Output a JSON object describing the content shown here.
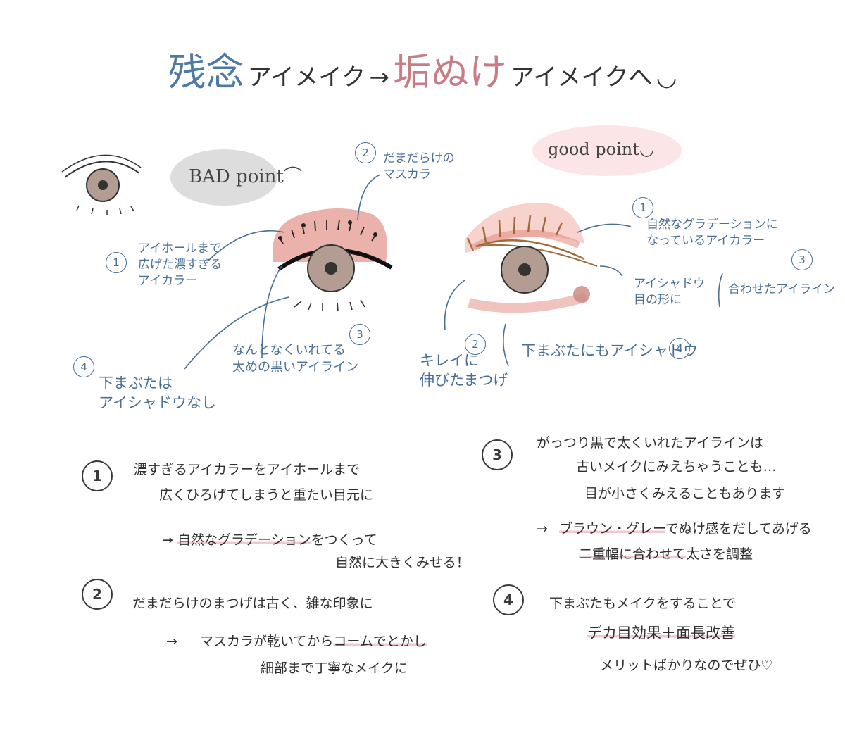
{
  "title": {
    "part1": "残念",
    "part2": "アイメイク",
    "arrow": "→",
    "part3": "垢ぬけ",
    "part4": "アイメイクへ",
    "emoji": "◡"
  },
  "bad_badge": "BAD point",
  "bad_face": "⌒",
  "good_badge": "good point",
  "good_face": "◡",
  "bad_annotations": {
    "a1": "アイホールまで\n広げた濃すぎる\nアイカラー",
    "a2": "だまだらけの\nマスカラ",
    "a3": "なんとなくいれてる\n太めの黒いアイライン",
    "a4": "下まぶたは\nアイシャドウなし"
  },
  "good_annotations": {
    "a1": "自然なグラデーションに\nなっているアイカラー",
    "a2": "キレイに\n伸びたまつげ",
    "a3a": "アイシャドウ\n目の形に",
    "a3b": "合わせたアイライン",
    "a4": "下まぶたにもアイシャドウ"
  },
  "numbers": {
    "n1": "1",
    "n2": "2",
    "n3": "3",
    "n4": "4"
  },
  "notes": {
    "n1_line1": "濃すぎるアイカラーをアイホールまで",
    "n1_line2": "広くひろげてしまうと重たい目元に",
    "n1_arrow": "→",
    "n1_hl": "自然なグラデーション",
    "n1_line3_rest": "をつくって",
    "n1_line4": "自然に大きくみせる！",
    "n2_line1": "だまだらけのまつげは古く、雑な印象に",
    "n2_arrow": "→",
    "n2_line2a": "マスカラが乾いてから",
    "n2_hl": "コームでとかし",
    "n2_line3": "細部まで丁寧なメイクに",
    "n3_line1": "がっつり黒で太くいれたアイラインは",
    "n3_line2": "古いメイクにみえちゃうことも…",
    "n3_line3": "目が小さくみえることもあります",
    "n3_arrow": "→",
    "n3_hl": "ブラウン・グレー",
    "n3_line4_rest": "でぬけ感をだしてあげる",
    "n3_hl2": "二重幅に合わせて",
    "n3_line5_rest": "太さを調整",
    "n4_line1": "下まぶたもメイクをすることで",
    "n4_hl": "デカ目効果＋面長改善",
    "n4_line2": "メリットばかりなのでぜひ♡"
  },
  "colors": {
    "blue": "#4f7aa6",
    "pink": "#c87d86",
    "iris": "#b39c91",
    "shadow_bad": "#e9a9a2",
    "highlight": "#f3c9cf"
  }
}
